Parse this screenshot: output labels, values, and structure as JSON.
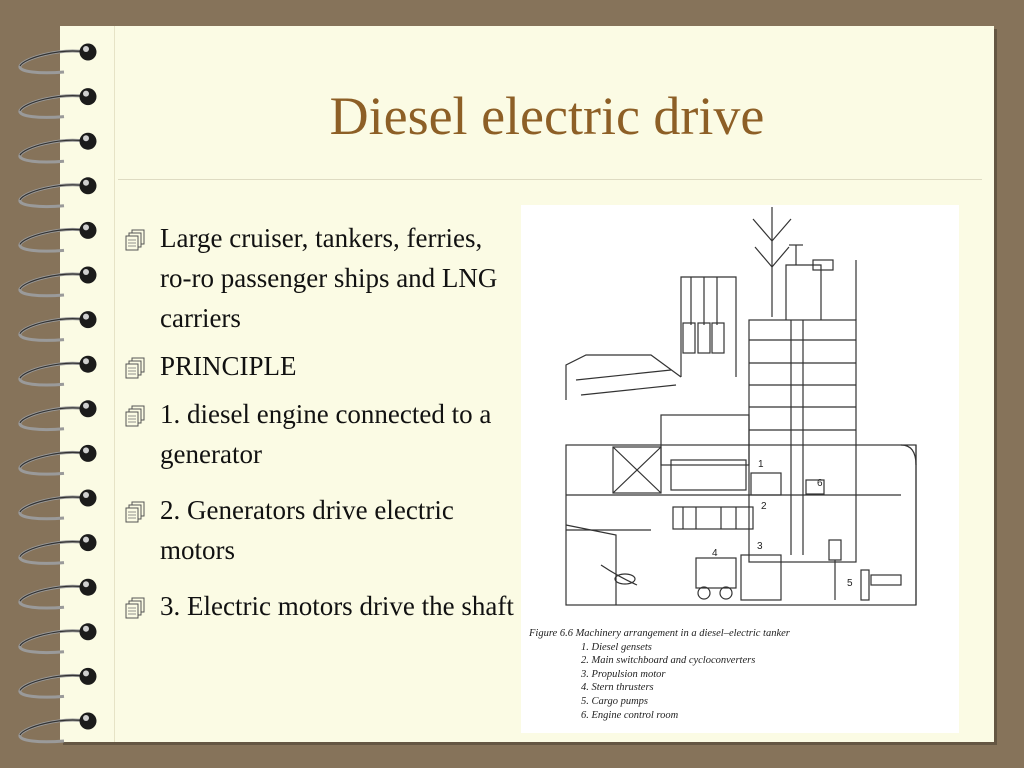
{
  "slide": {
    "title": "Diesel electric drive",
    "bullets": [
      {
        "text": "Large cruiser, tankers, ferries, ro-ro passenger ships and LNG carriers"
      },
      {
        "text": "PRINCIPLE"
      },
      {
        "text": "1. diesel engine connected to a generator"
      },
      {
        "text": "2. Generators drive electric motors"
      },
      {
        "text": "3. Electric motors drive the shaft"
      }
    ]
  },
  "figure": {
    "caption_title": "Figure 6.6 Machinery arrangement in a diesel–electric tanker",
    "caption_items": [
      "1. Diesel gensets",
      "2. Main switchboard and cycloconverters",
      "3. Propulsion motor",
      "4. Stern thrusters",
      "5. Cargo pumps",
      "6. Engine control room"
    ],
    "labels": [
      "1",
      "2",
      "3",
      "4",
      "5",
      "6"
    ]
  },
  "colors": {
    "frame": "#86735a",
    "paper": "#fbfbe4",
    "title": "#8d5f26",
    "text": "#111111"
  },
  "icons": {
    "bullet": "notebook-bullet-icon",
    "binding": "spiral-ring-icon"
  }
}
